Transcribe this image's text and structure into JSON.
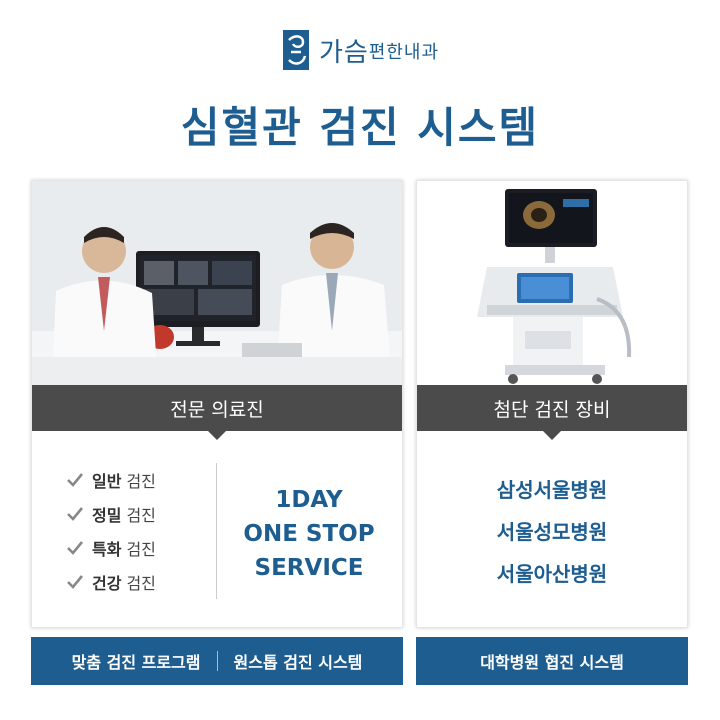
{
  "logo": {
    "part1": "가슴",
    "part2": "편한내과",
    "icon": "clinic-logo-mark",
    "color": "#1d5d90"
  },
  "title": "심혈관 검진 시스템",
  "left_card": {
    "photo": "doctors-consulting-echo-monitor",
    "banner": "전문 의료진",
    "checklist": [
      {
        "bold": "일반",
        "rest": "검진"
      },
      {
        "bold": "정밀",
        "rest": "검진"
      },
      {
        "bold": "특화",
        "rest": "검진"
      },
      {
        "bold": "건강",
        "rest": "검진"
      }
    ],
    "oneday": [
      "1DAY",
      "ONE STOP",
      "SERVICE"
    ]
  },
  "right_card": {
    "photo": "ultrasound-machine",
    "banner": "첨단 검진 장비",
    "hospitals": [
      "삼성서울병원",
      "서울성모병원",
      "서울아산병원"
    ]
  },
  "footer": {
    "left_a": "맞춤 검진 프로그램",
    "left_b": "원스톱 검진 시스템",
    "right": "대학병원 협진 시스템"
  },
  "colors": {
    "brand_blue": "#1d5d90",
    "banner_gray": "#4b4b4b"
  }
}
